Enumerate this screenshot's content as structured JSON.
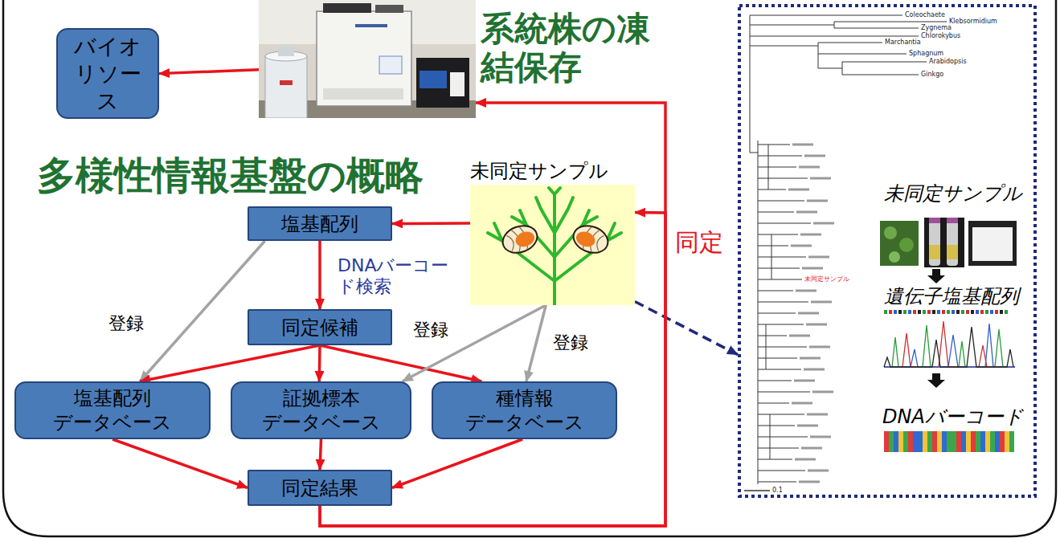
{
  "diagram": {
    "title": "多様性情報基盤の概略",
    "nodes": [
      {
        "text": [
          "バイオリソース"
        ]
      },
      {
        "text": [
          "系統株の凍結保存"
        ]
      },
      {
        "text": [
          "塩基配列"
        ]
      },
      {
        "text": [
          "未同定サンプル"
        ]
      },
      {
        "text": [
          "同定候補"
        ]
      },
      {
        "text": [
          "塩基配列 データベース"
        ]
      },
      {
        "text": [
          "証拠標本 データベース"
        ]
      },
      {
        "text": [
          "種情報 データベース"
        ]
      },
      {
        "text": [
          "同定結果"
        ]
      },
      {
        "text": [
          "未同定サンプル",
          "遺伝子塩基配列",
          "DNAバーコード"
        ]
      }
    ],
    "edges": [
      {
        "from": 1,
        "to": 0,
        "arrow": "to"
      },
      {
        "from": 3,
        "to": 2,
        "arrow": "to"
      },
      {
        "from": 2,
        "to": 4,
        "arrow": "to",
        "label": "DNAバーコード検索"
      },
      {
        "from": 2,
        "to": 5,
        "arrow": "to",
        "label": "登録"
      },
      {
        "from": 4,
        "to": 5,
        "arrow": "to"
      },
      {
        "from": 4,
        "to": 6,
        "arrow": "to"
      },
      {
        "from": 4,
        "to": 7,
        "arrow": "to"
      },
      {
        "from": 3,
        "to": 6,
        "arrow": "to",
        "label": "登録"
      },
      {
        "from": 3,
        "to": 7,
        "arrow": "to",
        "label": "登録"
      },
      {
        "from": 3,
        "to": 9,
        "arrow": "to"
      },
      {
        "from": 5,
        "to": 8,
        "arrow": "to"
      },
      {
        "from": 6,
        "to": 8,
        "arrow": "to"
      },
      {
        "from": 7,
        "to": 8,
        "arrow": "to"
      },
      {
        "from": 8,
        "to": 1,
        "arrow": "to"
      },
      {
        "from": 8,
        "to": 3,
        "arrow": "to",
        "label": "同定"
      }
    ],
    "labels": [
      "Coleochaete",
      "Klebsormidium",
      "Zygnema",
      "Chlorokybus",
      "Marchantia",
      "Sphagnum",
      "Arabidopsis",
      "Ginkgo",
      "未同定サンプル",
      "0.1"
    ]
  }
}
